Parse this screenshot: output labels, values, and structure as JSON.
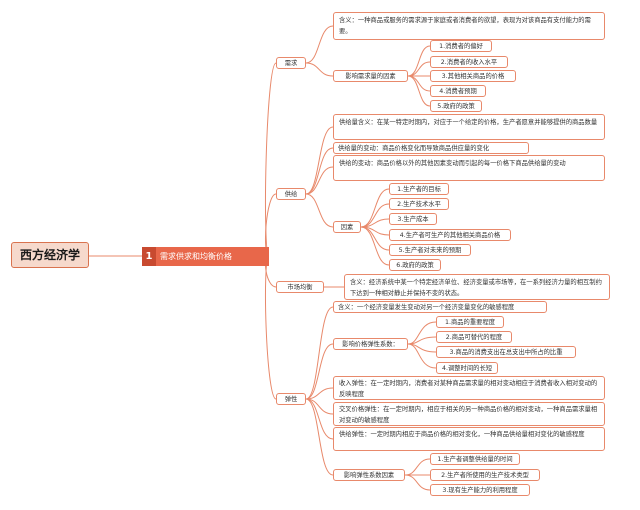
{
  "root": "西方经济学",
  "main": {
    "index": "1",
    "label": "需求供求和均衡价格"
  },
  "demand": {
    "label": "需求",
    "definition": "含义：一种商品或服务的需求源于家庭或者消费者的欲望，表现为对该商品有支付能力的需要。",
    "factors_label": "影响需求量的因素",
    "factors": [
      "1.消费者的偏好",
      "2.消费者的收入水平",
      "3.其他相关商品的价格",
      "4.消费者预期",
      "5.政府的政策"
    ]
  },
  "supply": {
    "label": "供给",
    "definition": "供给量含义：在某一特定时期内，对应于一个给定的价格，生产者愿意并能够提供的商品数量",
    "change_quantity": "供给量的变动：商品价格变化而导致商品供应量的变化",
    "change_supply": "供给的变动：商品价格以外的其他因素变动而引起的每一价格下商品供给量的变动",
    "factors_label": "因素",
    "factors": [
      "1.生产者的目标",
      "2.生产技术水平",
      "3.生产成本",
      "4.生产者可生产的其他相关商品价格",
      "5.生产者对未来的预期",
      "6.政府的政策"
    ]
  },
  "equilibrium": {
    "label": "市场均衡",
    "definition": "含义：经济系统中某一个特定经济单位、经济变量或市场等，在一系列经济力量的相互制约下达到一种相对静止并保持不变的状态。"
  },
  "elasticity": {
    "label": "弹性",
    "definition": "含义：一个经济变量发生变动对另一个经济变量变化的敏感程度",
    "price_factors_label": "影响价格弹性系数：",
    "price_factors": [
      "1.商品的重要程度",
      "2.商品可替代的程度",
      "3.商品的消费支出在总支出中所占的比重",
      "4.调整时间的长短"
    ],
    "income": "收入弹性：在一定时期内，消费者对某种商品需求量的相对变动相应于消费者收入相对变动的反映程度",
    "cross": "交叉价格弹性：在一定时期内，相应于相关的另一种商品价格的相对变动，一种商品需求量相对变动的敏感程度",
    "supply": "供给弹性：一定时期内相应于商品价格的相对变化，一种商品供给量相对变化的敏感程度",
    "supply_factors_label": "影响弹性系数因素",
    "supply_factors": [
      "1.生产者调整供给量的时间",
      "2.生产者所使用的生产技术类型",
      "3.现有生产能力的利用程度"
    ]
  },
  "colors": {
    "accent": "#e8674a",
    "line": "#e8896b",
    "root_fill": "#f6d9cc"
  }
}
